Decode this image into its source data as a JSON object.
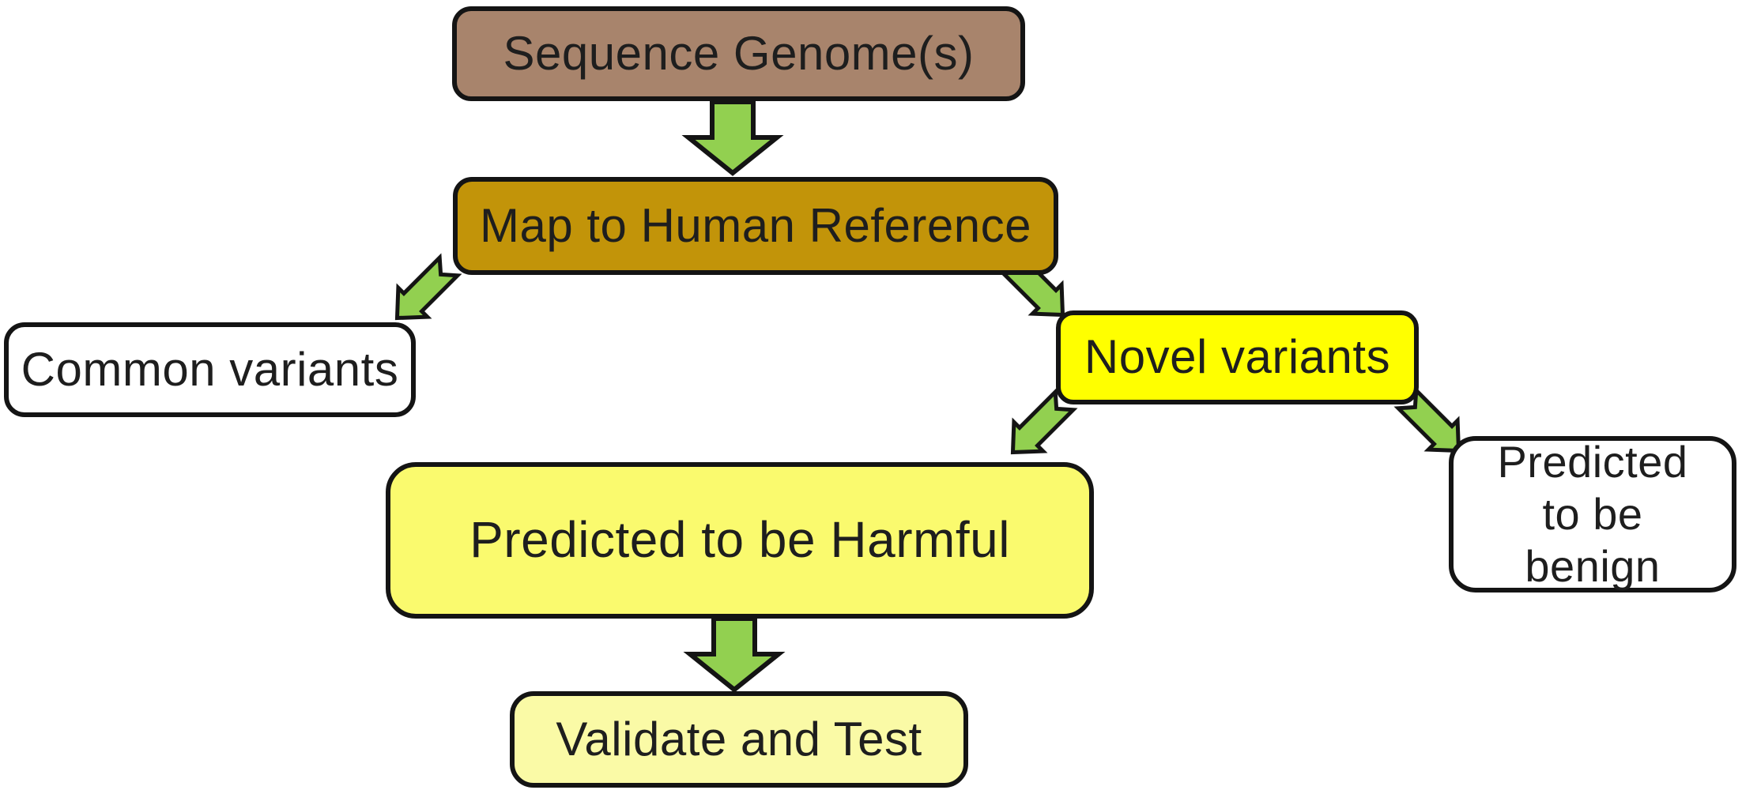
{
  "diagram": {
    "background": "#FFFFFF",
    "nodes": {
      "sequence": {
        "label": "Sequence Genome(s)",
        "fill": "#A8846C"
      },
      "map": {
        "label": "Map to Human Reference",
        "fill": "#C29409"
      },
      "common": {
        "label": "Common variants",
        "fill": "#FFFFFF"
      },
      "novel": {
        "label": "Novel variants",
        "fill": "#FFFF00"
      },
      "harmful": {
        "label": "Predicted to be Harmful",
        "fill": "#FAFA6E"
      },
      "benign": {
        "label": "Predicted\nto be\nbenign",
        "fill": "#FFFFFF"
      },
      "validate": {
        "label": "Validate and Test",
        "fill": "#FAFAA6"
      }
    },
    "edges": [
      {
        "from": "sequence",
        "to": "map",
        "direction": "down"
      },
      {
        "from": "map",
        "to": "common",
        "direction": "down-left"
      },
      {
        "from": "map",
        "to": "novel",
        "direction": "down-right"
      },
      {
        "from": "novel",
        "to": "harmful",
        "direction": "down-left"
      },
      {
        "from": "novel",
        "to": "benign",
        "direction": "down-right"
      },
      {
        "from": "harmful",
        "to": "validate",
        "direction": "down"
      }
    ],
    "colors": {
      "arrow_fill": "#92D050",
      "outline": "#141414",
      "text": "#1E1E1E"
    }
  }
}
